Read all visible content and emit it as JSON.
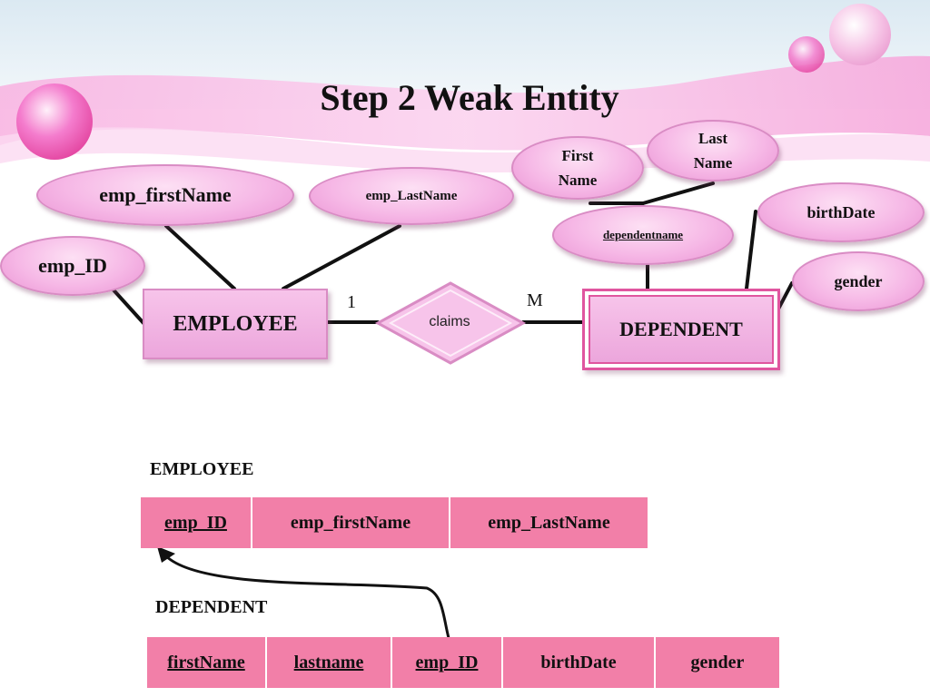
{
  "title": "Step 2 Weak Entity",
  "er": {
    "entities": {
      "employee": "EMPLOYEE",
      "dependent": "DEPENDENT"
    },
    "relationship": "claims",
    "cardinality": {
      "left": "1",
      "right": "M"
    },
    "employee_attributes": {
      "first_name": "emp_firstName",
      "last_name": "emp_LastName",
      "id": "emp_ID"
    },
    "dependent_attributes": {
      "first_name_line1": "First",
      "first_name_line2": "Name",
      "last_name_line1": "Last",
      "last_name_line2": "Name",
      "dependent_name": "dependentname",
      "birth_date": "birthDate",
      "gender": "gender"
    }
  },
  "tables": {
    "employee": {
      "label": "EMPLOYEE",
      "columns": [
        {
          "name": "emp_ID",
          "key": true
        },
        {
          "name": "emp_firstName",
          "key": false
        },
        {
          "name": "emp_LastName",
          "key": false
        }
      ]
    },
    "dependent": {
      "label": "DEPENDENT",
      "columns": [
        {
          "name": "firstName",
          "key": true
        },
        {
          "name": "lastname",
          "key": true
        },
        {
          "name": "emp_ID",
          "key": true
        },
        {
          "name": "birthDate",
          "key": false
        },
        {
          "name": "gender",
          "key": false
        }
      ]
    }
  },
  "colors": {
    "table_cell": "#f27fa8",
    "entity_fill": "#f7c4ea",
    "weak_entity_border": "#e0559f",
    "banner": "#f9c6ea"
  }
}
